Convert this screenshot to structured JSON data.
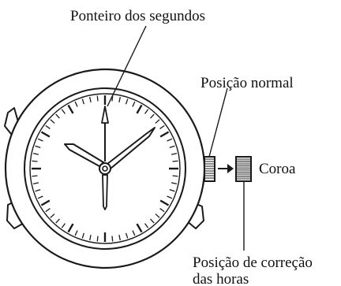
{
  "labels": {
    "second_hand": "Ponteiro dos segundos",
    "normal_position": "Posição normal",
    "crown": "Coroa",
    "time_setting_line1": "Posição de correção",
    "time_setting_line2": "das horas"
  },
  "colors": {
    "line": "#1a1a1a",
    "background": "#ffffff"
  }
}
